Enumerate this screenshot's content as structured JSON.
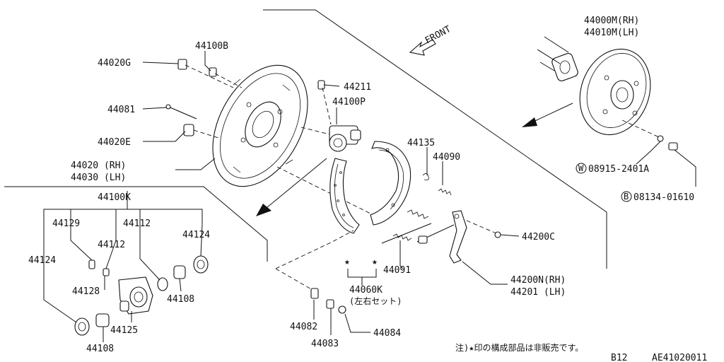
{
  "labels": {
    "p44020G": "44020G",
    "p44100B": "44100B",
    "p44211": "44211",
    "p44081": "44081",
    "p44100P": "44100P",
    "p44020E": "44020E",
    "p44020rh": "44020 (RH)",
    "p44030lh": "44030 (LH)",
    "p44135": "44135",
    "p44090": "44090",
    "front": "FRONT",
    "p44000M": "44000M(RH)",
    "p44010M": "44010M(LH)",
    "washer": "08915-2401A",
    "washer_prefix": "W",
    "bolt": "08134-01610",
    "bolt_prefix": "B",
    "p44200C": "44200C",
    "p44091": "44091",
    "p44200N": "44200N(RH)",
    "p44201": "44201 (LH)",
    "p44060K": "44060K",
    "set_note": "(左右セット)",
    "p44082": "44082",
    "p44083": "44083",
    "p44084": "44084",
    "p44100K": "44100K",
    "p44129": "44129",
    "p44112a": "44112",
    "p44112b": "44112",
    "p44124a": "44124",
    "p44124b": "44124",
    "p44128": "44128",
    "p44108a": "44108",
    "p44108b": "44108",
    "p44125": "44125",
    "footnote": "注)★印の構成部品は非販売です。",
    "page": "B12",
    "code": "AE41020011"
  }
}
